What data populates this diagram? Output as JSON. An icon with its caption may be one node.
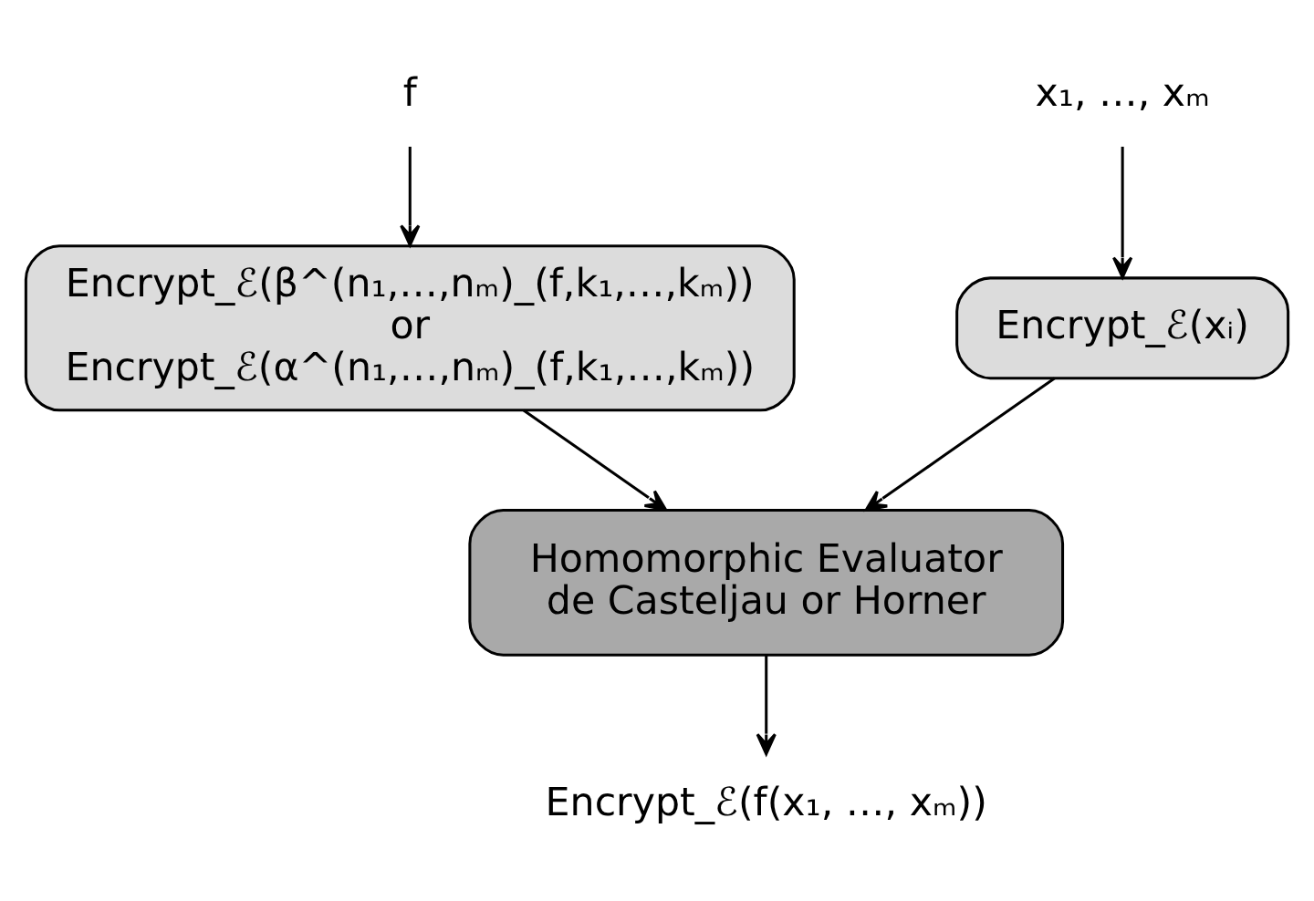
{
  "diagram": {
    "nodes": [
      {
        "text": [
          "f"
        ]
      },
      {
        "text": [
          "x₁, …, xₘ"
        ]
      },
      {
        "text": [
          "Encrypt_ℰ(β^(n₁,…,nₘ)_(f,k₁,…,kₘ))",
          "or",
          "Encrypt_ℰ(α^(n₁,…,nₘ)_(f,k₁,…,kₘ))"
        ]
      },
      {
        "text": [
          "Encrypt_ℰ(xᵢ)"
        ]
      },
      {
        "text": [
          "Homomorphic Evaluator",
          "de Casteljau or Horner"
        ]
      },
      {
        "text": [
          "Encrypt_ℰ(f(x₁, …, xₘ))"
        ]
      }
    ],
    "edges": [
      {
        "from": 0,
        "to": 2,
        "arrow": "to"
      },
      {
        "from": 1,
        "to": 3,
        "arrow": "to"
      },
      {
        "from": 2,
        "to": 4,
        "arrow": "to"
      },
      {
        "from": 3,
        "to": 4,
        "arrow": "to"
      },
      {
        "from": 4,
        "to": 5,
        "arrow": "to"
      }
    ]
  }
}
